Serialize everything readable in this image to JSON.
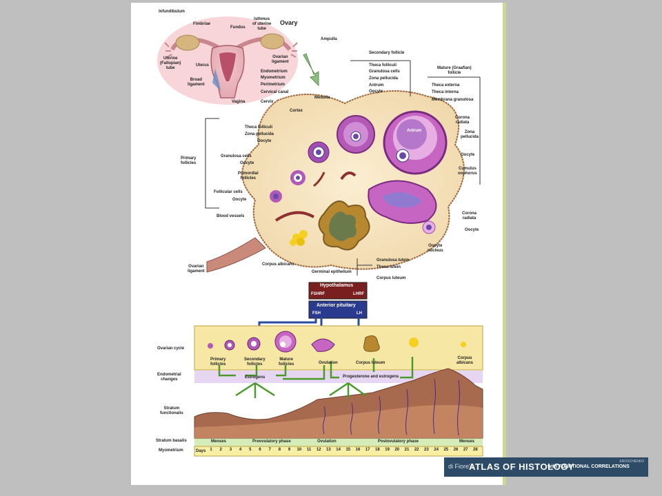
{
  "colors": {
    "accent_purple": "#8b2c8f",
    "hypothalamus_box": "#7a1f1f",
    "pituitary_box": "#2a3b8f",
    "arrow_green": "#4a9a2a",
    "arrow_blue": "#2a4aa0",
    "page_sidebar": "#c5dc8f"
  },
  "uterus_labels": {
    "infundibulum": "Infundibulum",
    "fimbriae": "Fimbriae",
    "fundus": "Fundus",
    "isthmus": "Isthmus\nof uterine\ntube",
    "ovary": "Ovary",
    "ampulla": "Ampulla",
    "uterine_tube": "Uterine\n(Fallopian)\ntube",
    "uterus": "Uterus",
    "ovarian_ligament": "Ovarian\nligament",
    "broad_ligament": "Broad\nligament",
    "endometrium": "Endometrium",
    "myometrium": "Myometrium",
    "perimetrium": "Perimetrium",
    "cervical_canal": "Cervical canal",
    "vagina": "Vagina",
    "cervix": "Cervix"
  },
  "ovary_labels": {
    "secondary_follicle": "Secondary follicle",
    "theca_folliculi_sec": "Theca folliculi",
    "granulosa_cells_sec": "Granulosa cells",
    "zona_pellucida_sec": "Zona pellucida",
    "antrum_sec": "Antrum",
    "oocyte_sec": "Oocyte",
    "mature_follicle": "Mature (Graafian)\nfollicle",
    "theca_externa": "Theca externa",
    "theca_interna": "Theca interna",
    "membrana_granulosa": "Membrana granulosa",
    "medulla": "Medulla",
    "cortex": "Cortex",
    "theca_folliculi_pri": "Theca folliculi",
    "zona_pellucida_pri": "Zona pellucida",
    "oocyte_pri": "Oocyte",
    "primary_follicles": "Primary\nfollicles",
    "granulosa_cells_pri": "Granulosa cells",
    "oocyte_pri2": "Oocyte",
    "primordial_follicles": "Primordial\nfollicles",
    "follicular_cells": "Follicular cells",
    "oocyte_prim": "Oocyte",
    "antrum_mature": "Antrum",
    "corona_radiata": "Corona\nradiata",
    "zona_pellucida_mat": "Zona\npellucida",
    "oocyte_mat": "Oocyte",
    "cumulus_oophorus": "Cumulus\noophorus",
    "corona_radiata_ov": "Corona\nradiata",
    "oocyte_ov": "Oocyte",
    "oocyte_nucleus": "Oocyte\nnucleus",
    "blood_vessels": "Blood vessels",
    "ovarian_ligament": "Ovarian\nligament",
    "corpus_albicans": "Corpus albicans",
    "germinal_epithelium": "Germinal epithelium",
    "granulosa_lutein": "Granulosa lutein",
    "theca_lutein": "Theca lutein",
    "corpus_luteum": "Corpus luteum"
  },
  "hormones": {
    "hypothalamus": "Hypothalamus",
    "fshrf": "FSHRF",
    "lhrf": "LHRF",
    "anterior_pituitary": "Anterior pituitary",
    "fsh": "FSH",
    "lh": "LH"
  },
  "cycle": {
    "row_labels": {
      "ovarian_cycle": "Ovarian cycle",
      "endometrial_changes": "Endometrial\nchanges",
      "stratum_functionalis": "Stratum\nfunctionalis",
      "stratum_basalis": "Stratum basalis",
      "myometrium": "Myometrium"
    },
    "stages": [
      "Primary\nfollicles",
      "Secondary\nfollicles",
      "Mature\nfollicles",
      "Ovulation",
      "Corpus luteum",
      "Corpus\nalbicans"
    ],
    "estrogens": "Estrogens",
    "progesterone": "Progesterone and estrogens",
    "phases": [
      "Menses",
      "Preovulatory phase",
      "Ovulation",
      "Postovulatory phase",
      "Menses"
    ],
    "days_label": "Days",
    "days": [
      "1",
      "2",
      "3",
      "4",
      "5",
      "6",
      "7",
      "8",
      "9",
      "10",
      "11",
      "12",
      "13",
      "14",
      "15",
      "16",
      "17",
      "18",
      "19",
      "20",
      "21",
      "22",
      "23",
      "24",
      "25",
      "26",
      "27",
      "28"
    ]
  },
  "banner": {
    "prefix": "di Fiore's",
    "title": "ATLAS OF HISTOLOGY",
    "subtitle": "with FUNCTIONAL CORRELATIONS",
    "author": "EROSCHENKO"
  }
}
